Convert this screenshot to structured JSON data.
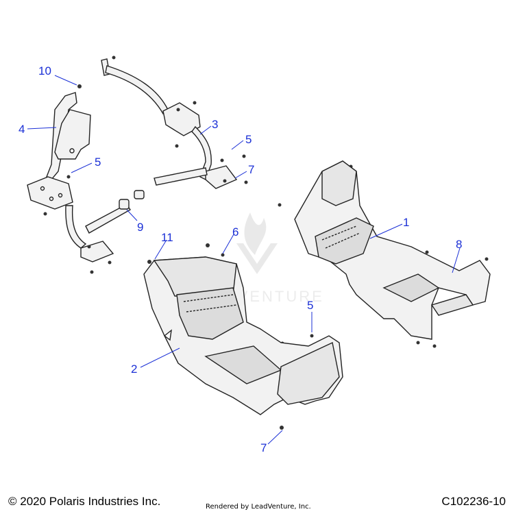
{
  "diagram": {
    "callouts": [
      {
        "id": "10",
        "label": "10"
      },
      {
        "id": "4",
        "label": "4"
      },
      {
        "id": "5a",
        "label": "5"
      },
      {
        "id": "3",
        "label": "3"
      },
      {
        "id": "5b",
        "label": "5"
      },
      {
        "id": "7a",
        "label": "7"
      },
      {
        "id": "9",
        "label": "9"
      },
      {
        "id": "11",
        "label": "11"
      },
      {
        "id": "6",
        "label": "6"
      },
      {
        "id": "1",
        "label": "1"
      },
      {
        "id": "8",
        "label": "8"
      },
      {
        "id": "5c",
        "label": "5"
      },
      {
        "id": "2",
        "label": "2"
      },
      {
        "id": "7b",
        "label": "7"
      }
    ],
    "watermark": "LEADVENTURE"
  },
  "footer": {
    "copyright": "© 2020 Polaris Industries Inc.",
    "rendered_by": "Rendered by LeadVenture, Inc.",
    "code": "C102236-10"
  },
  "colors": {
    "callout": "#1a2fd6",
    "line": "#222222",
    "part_fill": "#f2f2f2"
  }
}
